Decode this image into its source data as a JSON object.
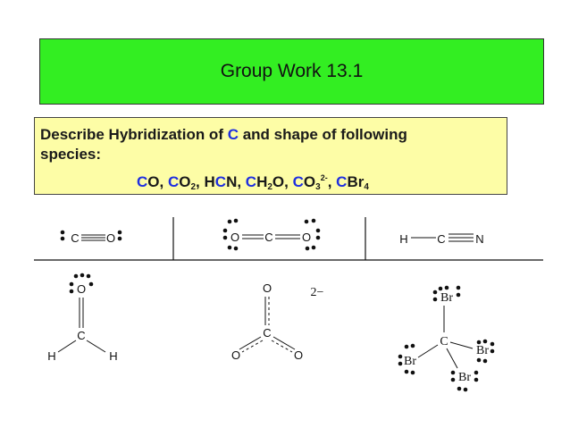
{
  "title": "Group Work 13.1",
  "question": {
    "line1_prefix": "Describe Hybridization of ",
    "line1_accent": "C",
    "line1_suffix": " and shape of following",
    "line2": "species:",
    "species": [
      {
        "parts": [
          {
            "t": "C",
            "accent": true
          },
          {
            "t": "O"
          }
        ]
      },
      {
        "parts": [
          {
            "t": "C",
            "accent": true
          },
          {
            "t": "O"
          },
          {
            "t": "2",
            "sub": true
          }
        ]
      },
      {
        "parts": [
          {
            "t": "H"
          },
          {
            "t": "C",
            "accent": true
          },
          {
            "t": "N"
          }
        ]
      },
      {
        "parts": [
          {
            "t": "C",
            "accent": true
          },
          {
            "t": "H"
          },
          {
            "t": "2",
            "sub": true
          },
          {
            "t": "O"
          }
        ]
      },
      {
        "parts": [
          {
            "t": "C",
            "accent": true
          },
          {
            "t": "O"
          },
          {
            "t": "3",
            "sub": true
          },
          {
            "t": "2-",
            "sup": true
          }
        ]
      },
      {
        "parts": [
          {
            "t": "C",
            "accent": true
          },
          {
            "t": "Br"
          },
          {
            "t": "4",
            "sub": true
          }
        ]
      }
    ],
    "separator": ", "
  },
  "structures": {
    "co": {
      "c": "C",
      "o": "O"
    },
    "co2": {
      "o_left": "O",
      "c": "C",
      "o_right": "O"
    },
    "hcn": {
      "h": "H",
      "c": "C",
      "n": "N"
    },
    "ch2o": {
      "o": "O",
      "c": "C",
      "h_left": "H",
      "h_right": "H"
    },
    "co3": {
      "o_top": "O",
      "c": "C",
      "o_left": "O",
      "o_right": "O",
      "charge": "2−"
    },
    "cbr4": {
      "br_top": "Br",
      "c": "C",
      "br_right": "Br",
      "br_left": "Br",
      "br_bottom": "Br"
    }
  },
  "colors": {
    "title_bg": "#33ee22",
    "question_bg": "#fdfda6",
    "accent": "#1f2fe0"
  }
}
